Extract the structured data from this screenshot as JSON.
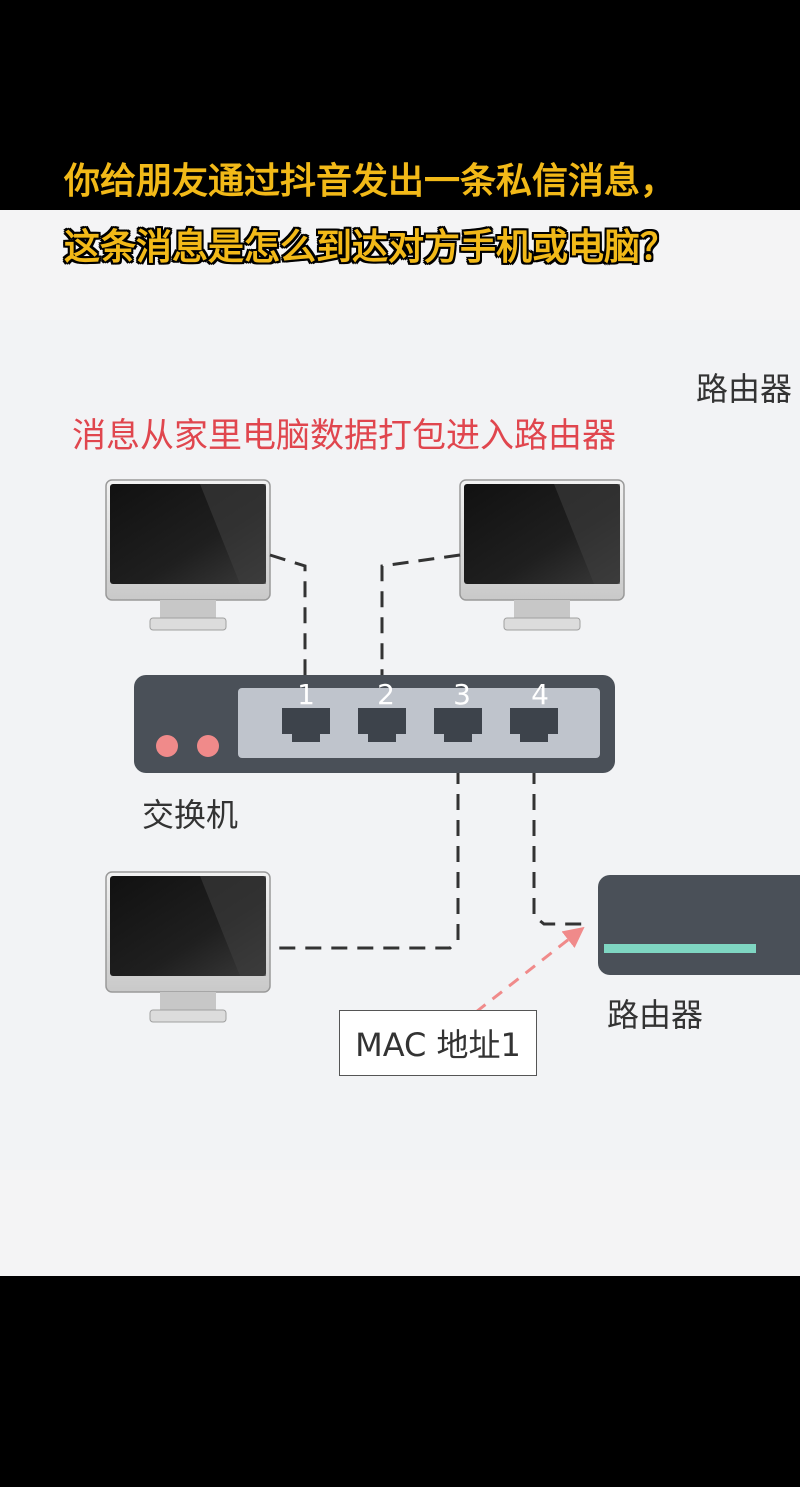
{
  "caption": {
    "line1": "你给朋友通过抖音发出一条私信消息，",
    "line2": "这条消息是怎么到达对方手机或电脑？"
  },
  "diagram": {
    "title": "消息从家里电脑数据打包进入路由器",
    "corner_label": "路由器",
    "switch_label": "交换机",
    "router_label": "路由器",
    "mac_label": "MAC 地址1",
    "ports": [
      "1",
      "2",
      "3",
      "4"
    ],
    "colors": {
      "title": "#e0464e",
      "caption": "#f2b918",
      "led": "#f08a8a",
      "router_strip": "#7fd6c2",
      "arrow": "#f08a8a"
    }
  }
}
